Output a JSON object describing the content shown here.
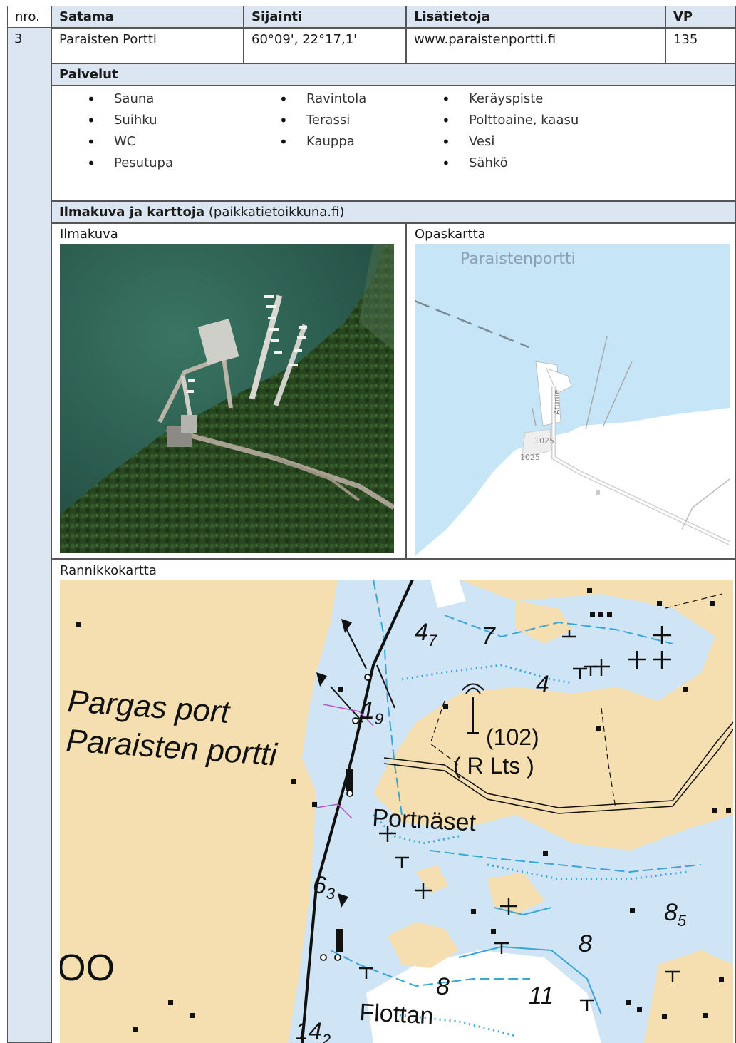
{
  "table": {
    "headers": {
      "nro": "nro.",
      "satama": "Satama",
      "sijainti": "Sijainti",
      "lisatietoja": "Lisätietoja",
      "vp": "VP"
    },
    "row": {
      "nro": "3",
      "satama": "Paraisten Portti",
      "sijainti": "60°09', 22°17,1'",
      "lisatietoja": "www.paraistenportti.fi",
      "vp": "135"
    }
  },
  "palvelut": {
    "title": "Palvelut",
    "col1": [
      "Sauna",
      "Suihku",
      "WC",
      "Pesutupa"
    ],
    "col2": [
      "Ravintola",
      "Terassi",
      "Kauppa"
    ],
    "col3": [
      "Keräyspiste",
      "Polttoaine, kaasu",
      "Vesi",
      "Sähkö"
    ]
  },
  "maps": {
    "section_title": "Ilmakuva ja karttoja",
    "section_source": " (paikkatietoikkuna.fi)",
    "aerial_label": "Ilmakuva",
    "guide_label": "Opaskartta",
    "guide_map": {
      "place": "Paraistenportti",
      "road": "Atunie",
      "num_a": "1025",
      "num_b": "1025"
    },
    "coastal_label": "Rannikkokartta",
    "coastal_map": {
      "name_sv": "Pargas port",
      "name_fi": "Paraisten portti",
      "portnaset": "Portnäset",
      "flottan": "Flottan",
      "light_height": "(102)",
      "light_code": "( R Lts )",
      "big_oo": "OO",
      "depths": [
        {
          "v": "4",
          "s": "7"
        },
        {
          "v": "7",
          "s": ""
        },
        {
          "v": "4",
          "s": ""
        },
        {
          "v": "1",
          "s": "9"
        },
        {
          "v": "6",
          "s": "3"
        },
        {
          "v": "8",
          "s": "5"
        },
        {
          "v": "8",
          "s": ""
        },
        {
          "v": "8",
          "s": ""
        },
        {
          "v": "11",
          "s": ""
        },
        {
          "v": "14",
          "s": "2"
        }
      ]
    }
  },
  "colors": {
    "header_bg": "#dce6f2",
    "border": "#555555",
    "water_guide": "#c6e5f7",
    "water_chart": "#cfe4f5",
    "land_chart": "#f5dfb0",
    "sea_aerial": "#2e6454",
    "forest_aerial": "#23421f"
  }
}
